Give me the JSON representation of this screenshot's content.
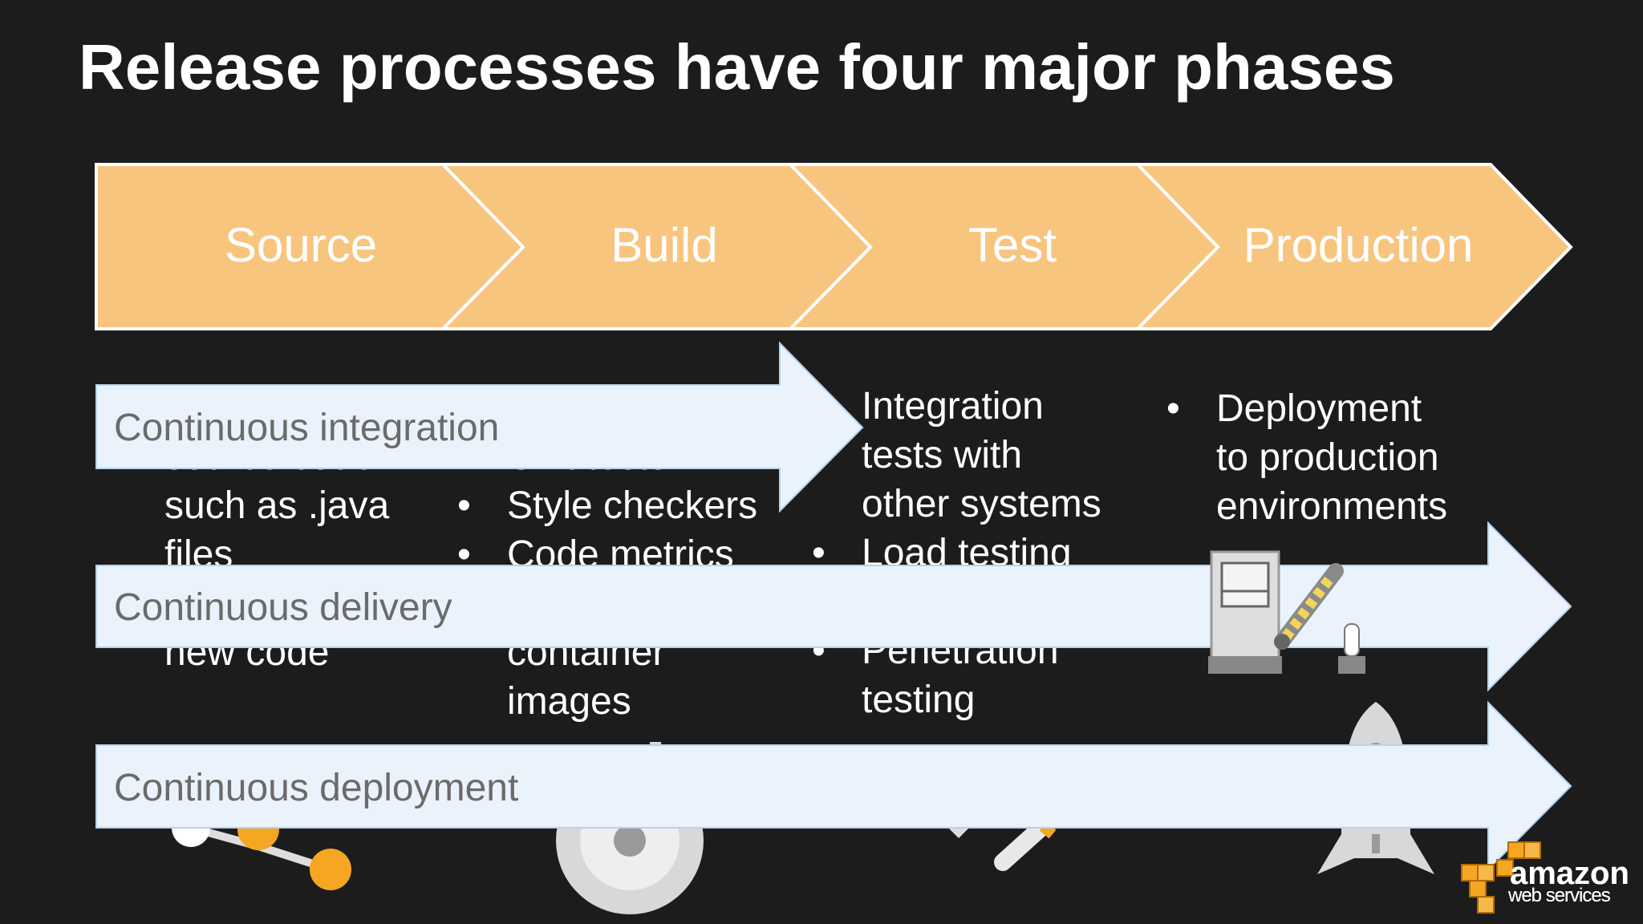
{
  "title": "Release processes have four major phases",
  "phases": [
    "Source",
    "Build",
    "Test",
    "Production"
  ],
  "columns": [
    {
      "items": [
        {
          "text": "source code",
          "bullet": false
        },
        {
          "text": "such as .java",
          "bullet": false
        },
        {
          "text": "files",
          "bullet": false
        },
        {
          "text": "",
          "bullet": false
        },
        {
          "text": "new code",
          "bullet": false
        }
      ]
    },
    {
      "items": [
        {
          "text": "Unit tests",
          "bullet": false
        },
        {
          "text": "Style checkers",
          "bullet": true
        },
        {
          "text": "Code metrics",
          "bullet": true
        },
        {
          "text": "",
          "bullet": false
        },
        {
          "text": "container",
          "bullet": false
        },
        {
          "text": "images",
          "bullet": false
        }
      ]
    },
    {
      "items": [
        {
          "text": "Integration",
          "bullet": false
        },
        {
          "text": "tests with",
          "bullet": false
        },
        {
          "text": "other systems",
          "bullet": false
        },
        {
          "text": "Load testing",
          "bullet": true
        },
        {
          "text": "",
          "bullet": false
        },
        {
          "text": "Penetration",
          "bullet": true
        },
        {
          "text": "testing",
          "bullet": false
        }
      ]
    },
    {
      "items": [
        {
          "text": "Deployment",
          "bullet": true
        },
        {
          "text": "to production",
          "bullet": false
        },
        {
          "text": "environments",
          "bullet": false
        }
      ]
    }
  ],
  "practices": [
    "Continuous integration",
    "Continuous delivery",
    "Continuous deployment"
  ],
  "logo": {
    "brand": "amazon",
    "sub": "web services"
  },
  "colors": {
    "background": "#1c1c1c",
    "chevron_fill": "#f8c57f",
    "chevron_border": "#ffffff",
    "arrow_fill": "#eaf3fc",
    "arrow_border": "#b6d3ec",
    "arrow_text": "#6b6b6b",
    "accent_orange": "#f5a623"
  }
}
